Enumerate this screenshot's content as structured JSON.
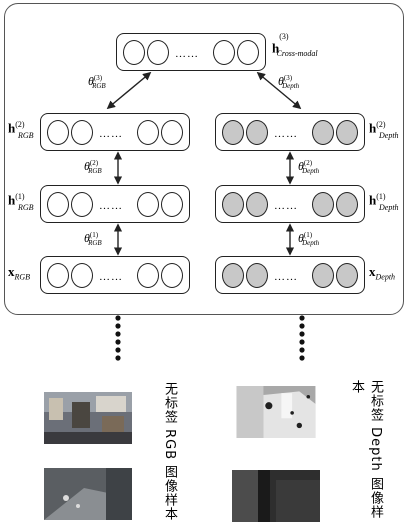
{
  "top": {
    "label_h": "h",
    "label_sup": "(3)",
    "label_sub": "Cross-modal",
    "dots": "……"
  },
  "rgb": {
    "h2_sup": "(2)",
    "h1_sup": "(1)",
    "sub": "RGB",
    "x_label": "x",
    "theta_top_sup": "(3)",
    "theta_mid_sup": "(2)",
    "theta_bot_sup": "(1)"
  },
  "depth": {
    "h2_sup": "(2)",
    "h1_sup": "(1)",
    "sub": "Depth",
    "x_label": "x",
    "theta_top_sup": "(3)",
    "theta_mid_sup": "(2)",
    "theta_bot_sup": "(1)"
  },
  "theta_symbol": "θ",
  "h_symbol": "h",
  "captions": {
    "rgb": "无标签 RGB 图像样本",
    "depth": "无标签 Depth 图像样本"
  },
  "colors": {
    "node_rgb": "#ffffff",
    "node_depth": "#c8c8c8",
    "stroke": "#222222"
  }
}
